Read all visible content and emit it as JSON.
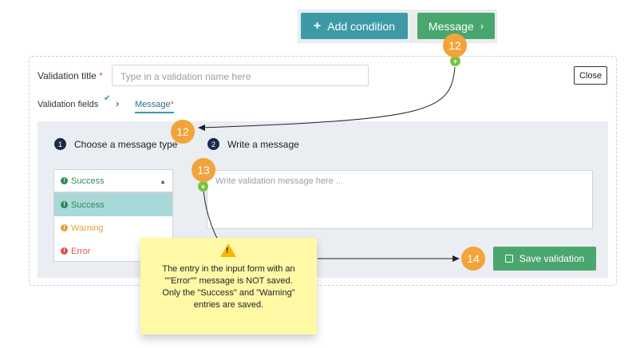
{
  "toolbar": {
    "add_condition_label": "Add condition",
    "message_label": "Message"
  },
  "form": {
    "validation_title_label": "Validation title",
    "required_mark": "*",
    "title_placeholder": "Type in a validation name here",
    "close_label": "Close"
  },
  "breadcrumb": {
    "fields_label": "Validation fields",
    "message_label": "Message",
    "required_mark": "*"
  },
  "steps": [
    {
      "number": "1",
      "label": "Choose a message type"
    },
    {
      "number": "2",
      "label": "Write a message"
    }
  ],
  "message_type": {
    "selected": "Success",
    "options": [
      "Success",
      "Warning",
      "Error"
    ]
  },
  "message_input": {
    "placeholder": "Write validation message here ..."
  },
  "save_label": "Save validation",
  "callouts": {
    "badge_12": "12",
    "badge_13": "13",
    "badge_14": "14"
  },
  "note": {
    "line1": "The entry in the input form with an",
    "line2": "\"\"Error\"\" message is NOT saved.",
    "line3": "Only the \"Success\" and \"Warning\"",
    "line4": "entries are saved."
  },
  "colors": {
    "teal": "#3c9aa6",
    "green": "#4aa66f",
    "orange_badge": "#f2a33a",
    "note_yellow": "#fff9a6",
    "success": "#2e8b57",
    "warning": "#e0a43a",
    "error": "#d9534f"
  }
}
